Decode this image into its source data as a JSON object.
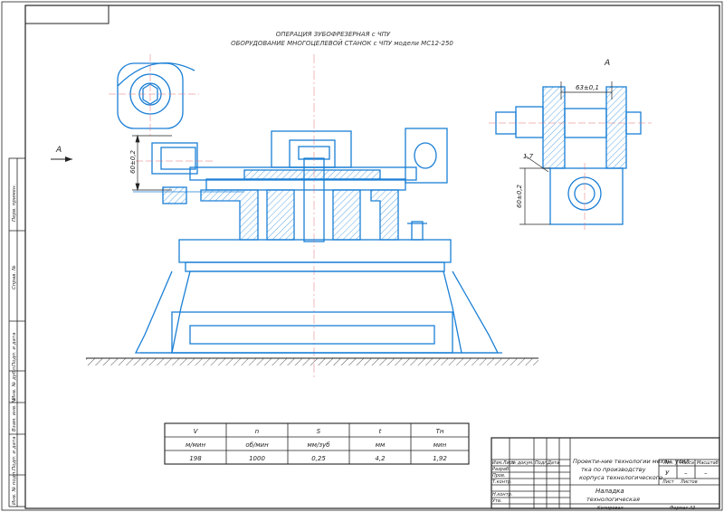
{
  "header": {
    "line1": "ОПЕРАЦИЯ ЗУБОФРЕЗЕРНАЯ с ЧПУ",
    "line2": "ОБОРУДОВАНИЕ МНОГОЦЕЛЕВОЙ СТАНОК с ЧПУ модели МС12-250"
  },
  "view_labels": {
    "arrow": "А",
    "detail": "А"
  },
  "dimensions": {
    "left_height": "60±0,2",
    "right_width": "63±0,1",
    "right_angle": "1,7",
    "right_height": "60±0,2"
  },
  "params_table": {
    "headers": [
      "V",
      "n",
      "S",
      "t",
      "Tн"
    ],
    "units": [
      "м/мин",
      "об/мин",
      "мм/зуб",
      "мм",
      "мин"
    ],
    "values": [
      "198",
      "1000",
      "0,25",
      "4,2",
      "1,92"
    ]
  },
  "title_block": {
    "cols": [
      "Изм.Лист",
      "№ докум.",
      "Подп.",
      "Дата"
    ],
    "roles": [
      "Разраб.",
      "Пров.",
      "Т.контр.",
      "",
      "Н.контр.",
      "Утв."
    ],
    "doc_title": [
      "Проекти-ние технологии механ. усил-",
      "тка по производству",
      "корпуса технологического"
    ],
    "sheet_name": [
      "Наладка",
      "технологическая"
    ],
    "lit_head": "Лит.",
    "mass_head": "Масса",
    "scale_head": "Масштаб",
    "lit_value": "У",
    "mass_value": "–",
    "scale_value": "–",
    "list": "Лист",
    "lists": "Листов",
    "footer_left": "Копировал",
    "footer_right": "Формат А3"
  },
  "side_stamp": [
    "Перв. примен.",
    "Справ. №",
    "Подп. и дата",
    "Инв. № дубл.",
    "Взам. инв. №",
    "Подп. и дата",
    "Инв. № подл."
  ]
}
